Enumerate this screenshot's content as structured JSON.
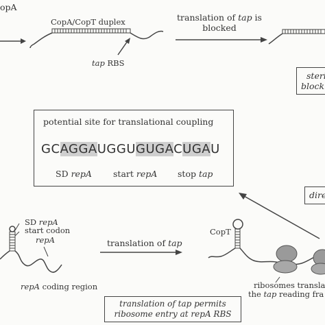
{
  "top_row": {
    "left_fragment": "opA",
    "duplex_label": "CopA/CopT duplex",
    "rbs_label_italic": "tap",
    "rbs_label_rest": " RBS",
    "arrow_label_line1_pre": "translation of ",
    "arrow_label_line1_it": "tap",
    "arrow_label_line1_post": " is",
    "arrow_label_line2": "blocked",
    "right_box_line1": "steri",
    "right_box_line2": "block"
  },
  "coupling_box": {
    "title": "potential site for translational coupling",
    "sequence": [
      {
        "text": "GC",
        "hl": false
      },
      {
        "text": "AGGA",
        "hl": true
      },
      {
        "text": "UGGU",
        "hl": false
      },
      {
        "text": "GUGA",
        "hl": true
      },
      {
        "text": "C",
        "hl": false
      },
      {
        "text": "UGA",
        "hl": true
      },
      {
        "text": "U",
        "hl": false
      }
    ],
    "label_sd_pre": "SD ",
    "label_sd_it": "repA",
    "label_start_pre": "start ",
    "label_start_it": "repA",
    "label_stop_pre": "stop ",
    "label_stop_it": "tap"
  },
  "right_mid_box": "dire",
  "bottom_row": {
    "sd_label_pre": "SD ",
    "sd_label_it": "repA",
    "start_codon_label": "start codon",
    "start_codon_gene": "repA",
    "coding_region_it": "repA",
    "coding_region_rest": " coding region",
    "arrow_label_pre": "translation of ",
    "arrow_label_it": "tap",
    "copt_label": "CopT",
    "ribosomes_line1": "ribosomes transla",
    "ribosomes_line2_pre": "the ",
    "ribosomes_line2_it": "tap",
    "ribosomes_line2_post": " reading fra",
    "bottom_box_line1": "translation of tap permits",
    "bottom_box_line2": "ribosome entry at repA RBS"
  }
}
